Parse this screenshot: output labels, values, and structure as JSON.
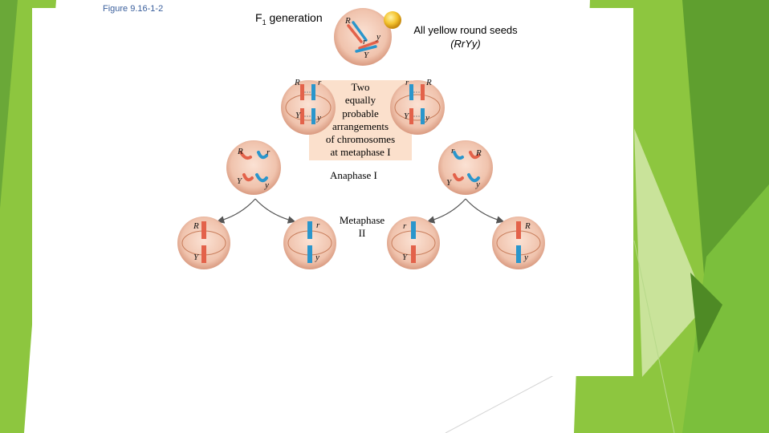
{
  "figure_label": "Figure 9.16-1-2",
  "f1": {
    "prefix": "F",
    "sub": "1",
    "suffix": " generation"
  },
  "seeds": {
    "line1": "All yellow round seeds",
    "line2": "(RrYy)"
  },
  "arrangements": {
    "line1": "Two",
    "line2": "equally",
    "line3": "probable",
    "line4": "arrangements",
    "line5": "of chromosomes",
    "line6": "at metaphase I"
  },
  "anaphase": "Anaphase I",
  "metaphase2": {
    "line1": "Metaphase",
    "line2": "II"
  },
  "alleles": {
    "R": "R",
    "r": "r",
    "Y": "Y",
    "y": "y"
  },
  "colors": {
    "slide_green": "#8dc63f",
    "slide_green_dark": "#5f9f2f",
    "slide_green_light": "#c9e39a",
    "cell_fill": "#f1cbb8",
    "cell_edge": "#d79a80",
    "chromosome_red": "#e3624a",
    "chromosome_blue": "#2a96cc",
    "seed_yellow": "#f4c430",
    "text_box": "#fbe0cc"
  }
}
